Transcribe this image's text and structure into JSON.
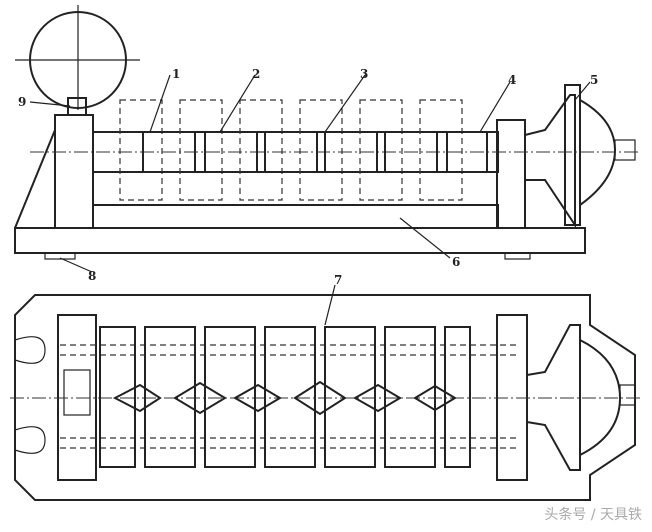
{
  "labels": {
    "l1": "1",
    "l2": "2",
    "l3": "3",
    "l4": "4",
    "l5": "5",
    "l6": "6",
    "l7": "7",
    "l8": "8",
    "l9": "9"
  },
  "watermark": "头条号 / 天具铁"
}
